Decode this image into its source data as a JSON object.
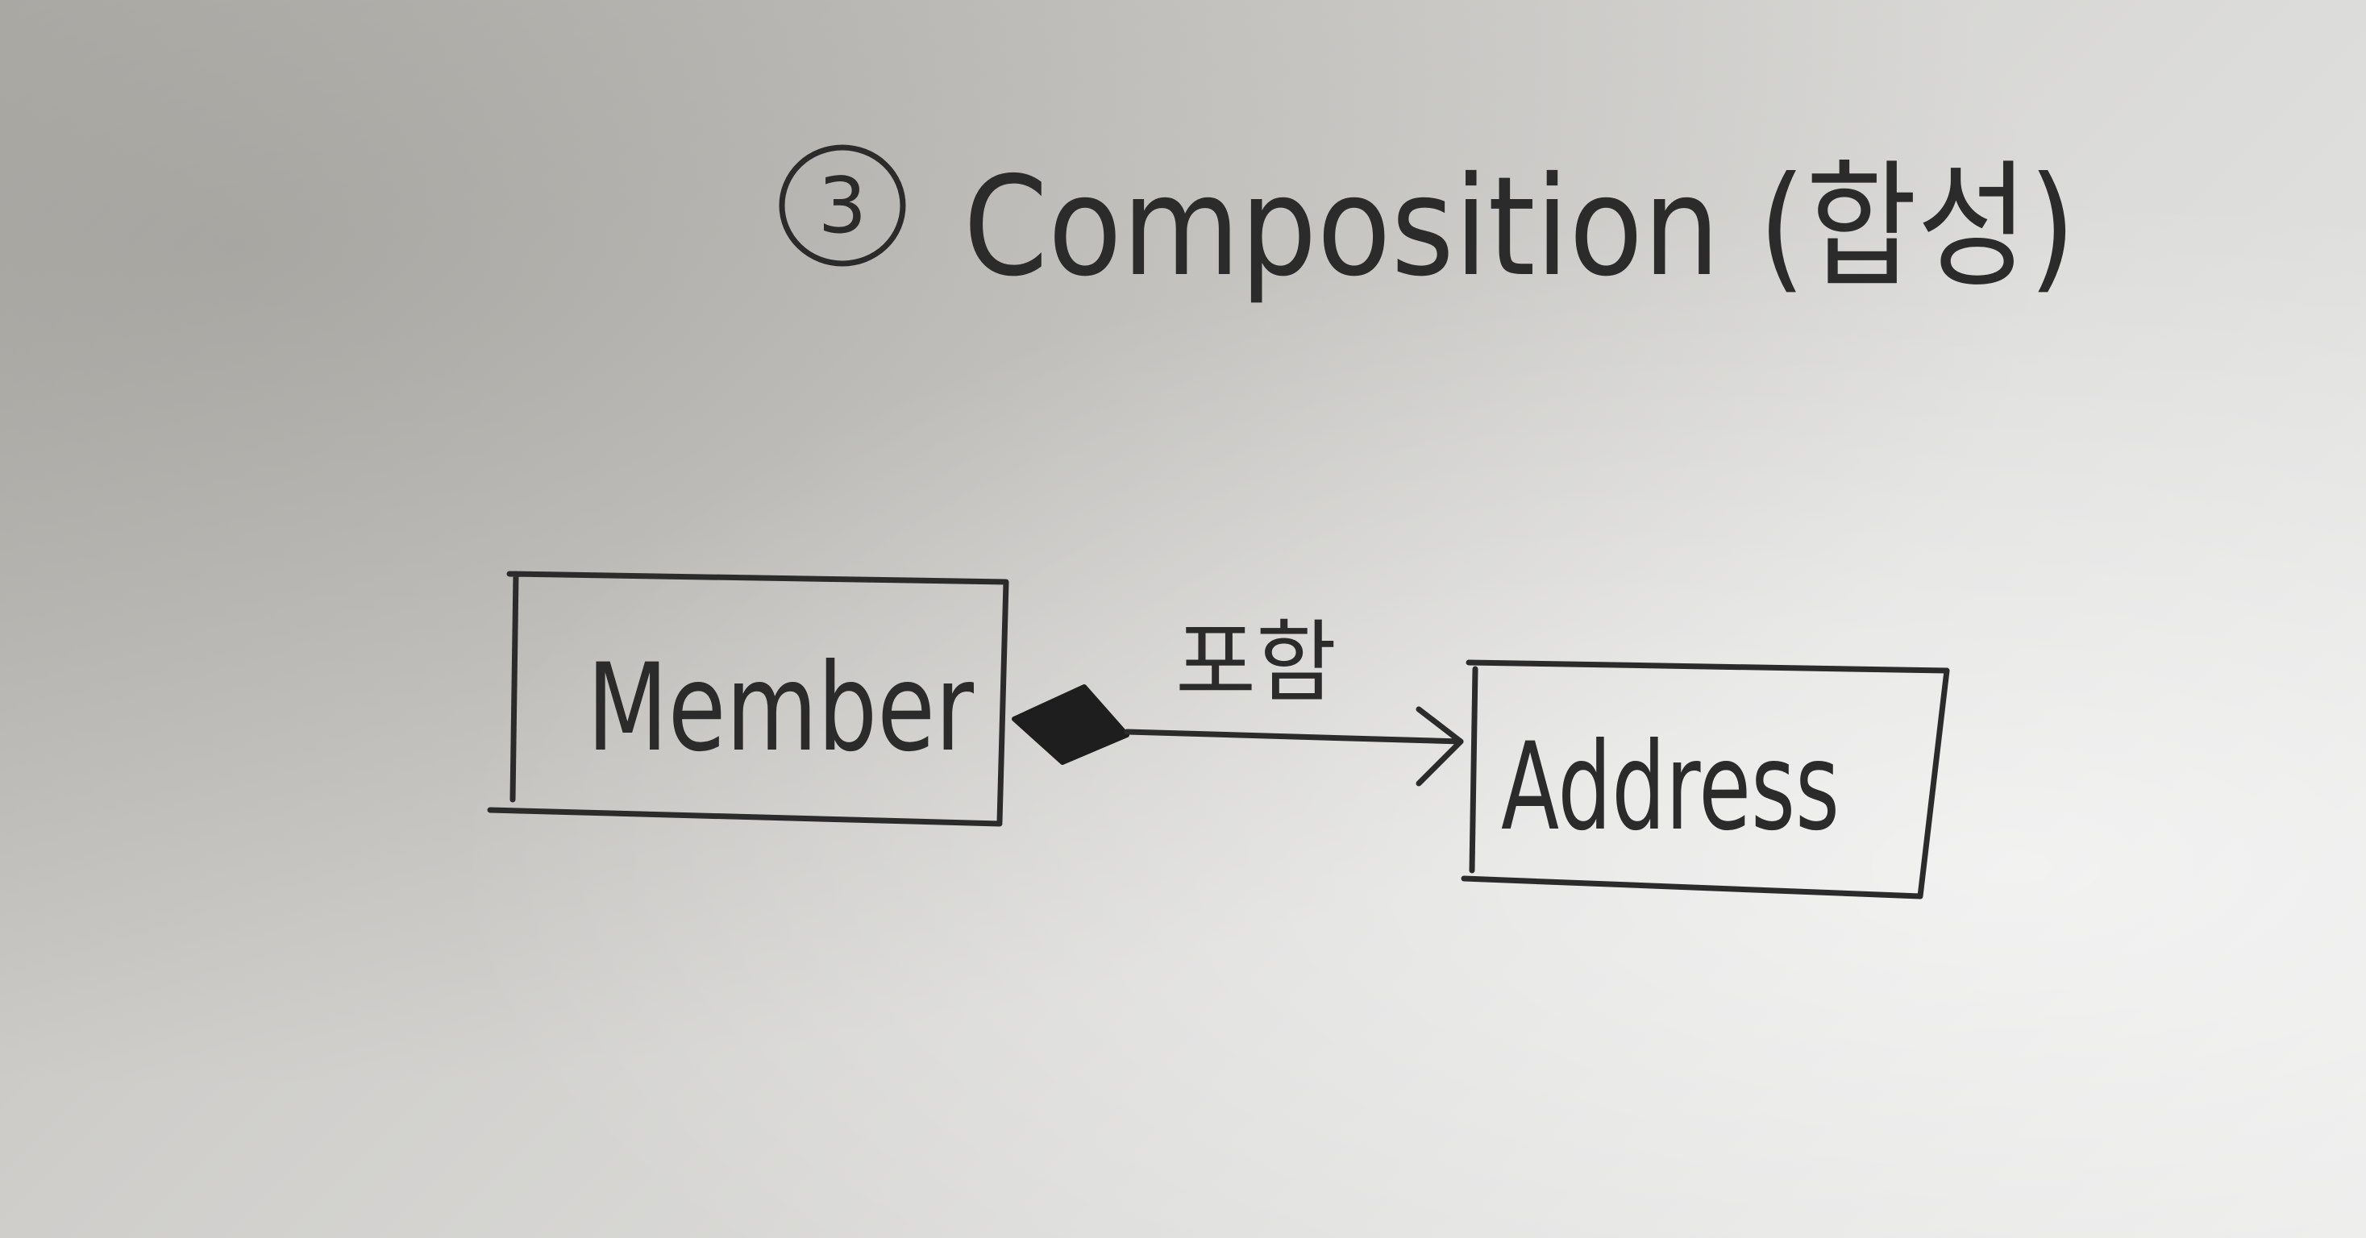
{
  "heading": {
    "number": "3",
    "title": "Composition (합성)"
  },
  "diagram": {
    "source_class": "Member",
    "target_class": "Address",
    "relation_label": "포함"
  },
  "colors": {
    "ink": "#2b2b2b",
    "paper": "#d6d6d3"
  }
}
